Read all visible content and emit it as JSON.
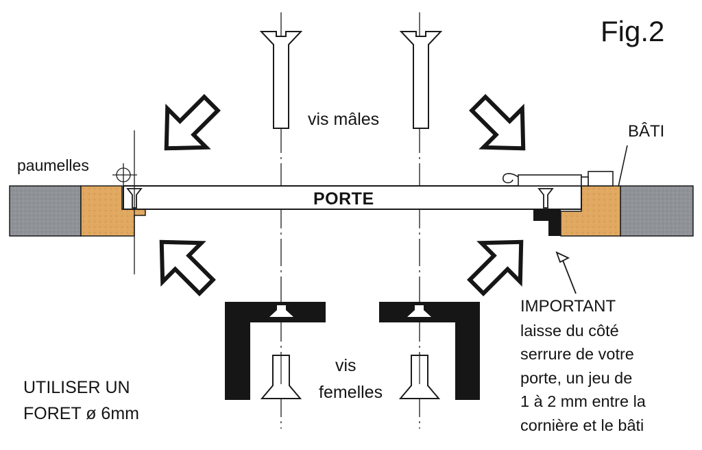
{
  "figure": {
    "label": "Fig.2"
  },
  "labels": {
    "vis_males": "vis mâles",
    "bati": "BÂTI",
    "paumelles": "paumelles",
    "porte": "PORTE",
    "vis_femelles_line1": "vis",
    "vis_femelles_line2": "femelles",
    "utiliser_line1": "UTILISER UN",
    "utiliser_line2": "FORET ø 6mm"
  },
  "note": {
    "title": "IMPORTANT",
    "lines": [
      "laisse du côté",
      "serrure de votre",
      "porte, un jeu de",
      "1 à 2 mm entre la",
      "cornière et le bâti"
    ]
  },
  "colors": {
    "wall": "#8f9296",
    "wood": "#e0a860",
    "black": "#161616",
    "line": "#1a1a1a"
  }
}
